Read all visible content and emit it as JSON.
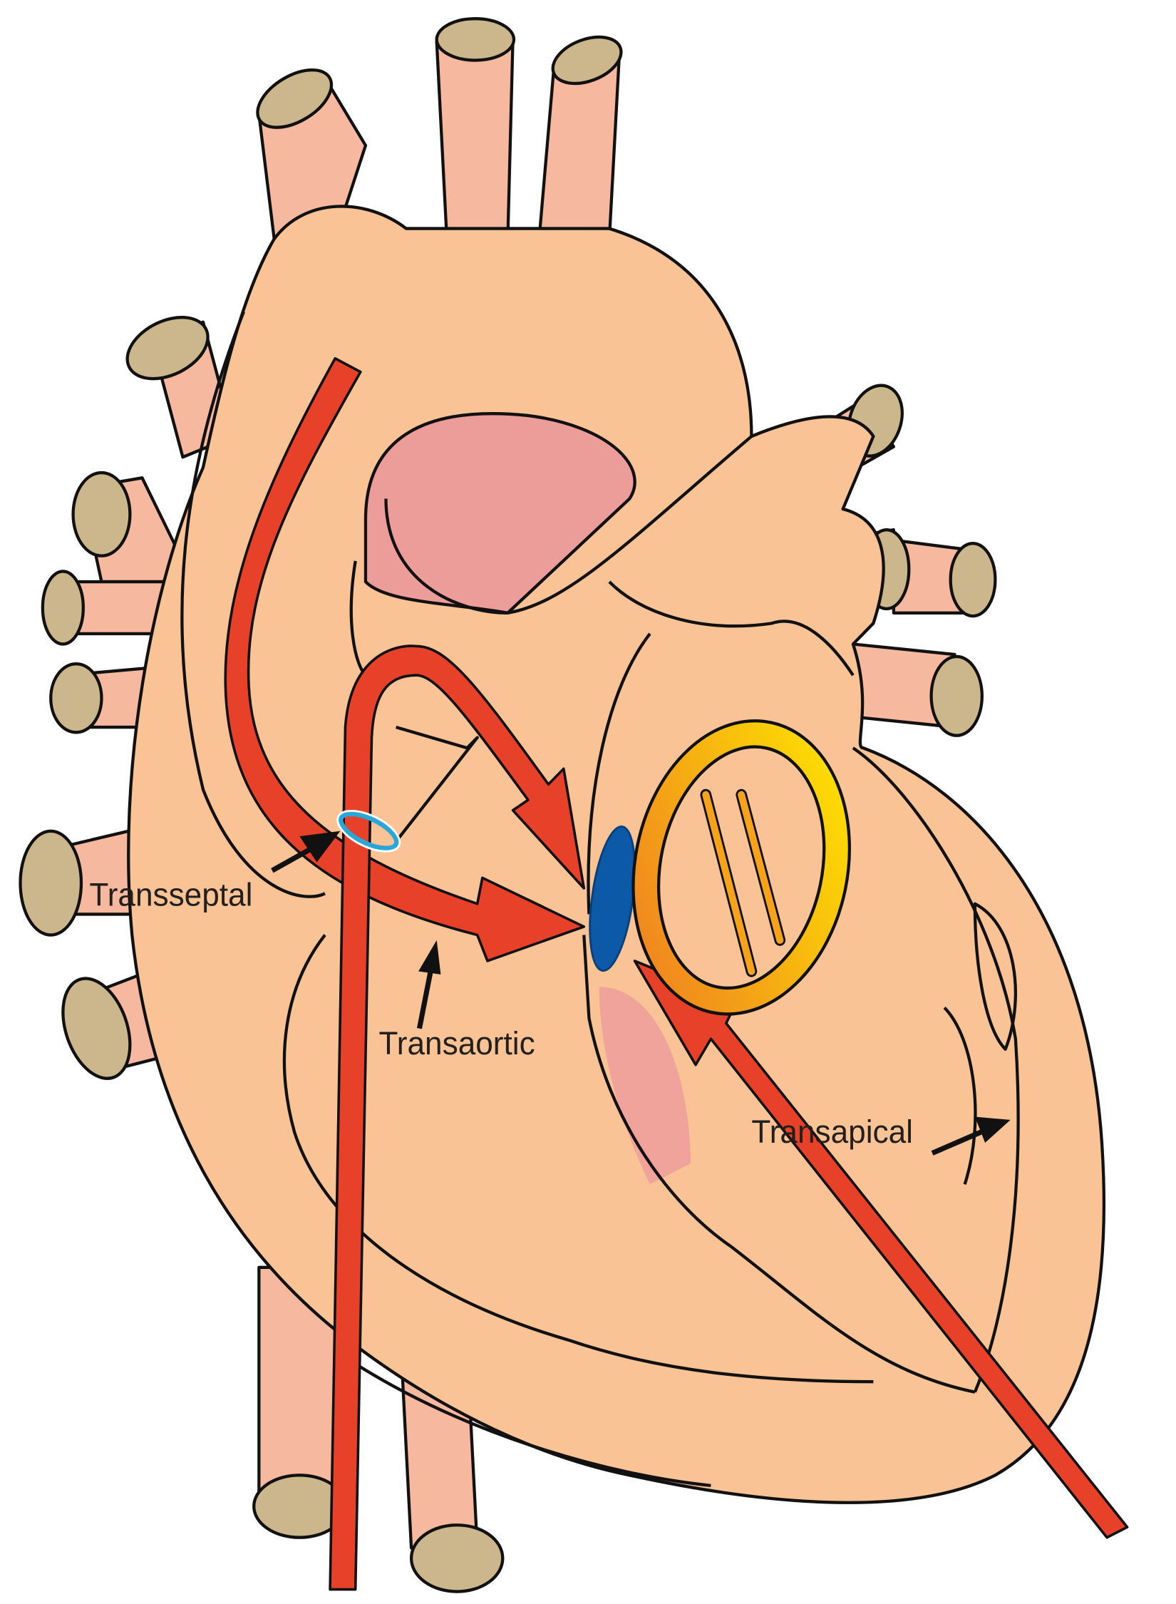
{
  "labels": {
    "transseptal": "Transseptal",
    "transaortic": "Transaortic",
    "transapical": "Transapical"
  },
  "colors": {
    "tissue": "#f9c395",
    "vessel_cap": "#cbb78b",
    "catheter": "#e8412a",
    "pink": "#ec9d9a",
    "leaflet": "#0c59a8",
    "ring_start": "#ee7d22",
    "ring_end": "#ffe600",
    "outline": "#111111"
  }
}
